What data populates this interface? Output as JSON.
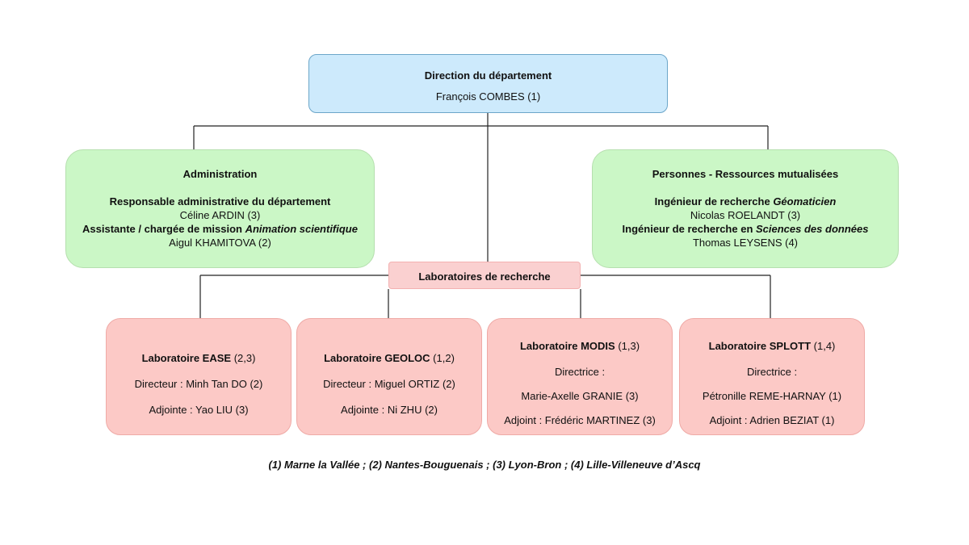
{
  "direction": {
    "title": "Direction du département",
    "person": "François COMBES (1)"
  },
  "administration": {
    "title": "Administration",
    "role1": "Responsable administrative du département",
    "person1": "Céline ARDIN (3)",
    "role2_prefix": "Assistante / chargée de mission ",
    "role2_italic": "Animation scientifique",
    "person2": "Aigul KHAMITOVA (2)"
  },
  "mutualised": {
    "title": "Personnes - Ressources mutualisées",
    "role1_prefix": "Ingénieur de recherche ",
    "role1_italic": "Géomaticien",
    "person1": "Nicolas ROELANDT (3)",
    "role2_prefix": "Ingénieur de recherche en ",
    "role2_italic": "Sciences des données",
    "person2": "Thomas LEYSENS (4)"
  },
  "labs_header": "Laboratoires de recherche",
  "labs": [
    {
      "name": "Laboratoire EASE",
      "sites": " (2,3)",
      "line1": "Directeur : Minh Tan DO (2)",
      "line2": "Adjointe : Yao LIU (3)"
    },
    {
      "name": "Laboratoire GEOLOC",
      "sites": " (1,2)",
      "line1": "Directeur : Miguel ORTIZ (2)",
      "line2": "Adjointe : Ni ZHU (2)"
    },
    {
      "name": "Laboratoire MODIS",
      "sites": " (1,3)",
      "line1": "Directrice :",
      "line2": "Marie-Axelle GRANIE (3)",
      "line3": "Adjoint : Frédéric MARTINEZ (3)"
    },
    {
      "name": "Laboratoire SPLOTT",
      "sites": " (1,4)",
      "line1": "Directrice :",
      "line2": "Pétronille REME-HARNAY (1)",
      "line3": "Adjoint : Adrien BEZIAT (1)"
    }
  ],
  "footnote": "(1) Marne la Vallée ; (2) Nantes-Bouguenais ; (3) Lyon-Bron ; (4) Lille-Villeneuve d’Ascq",
  "colors": {
    "direction_fill": "#cdeafc",
    "support_fill": "#cbf7c6",
    "labs_fill": "#fcc9c6",
    "labs_header_fill": "#fad0d0"
  }
}
